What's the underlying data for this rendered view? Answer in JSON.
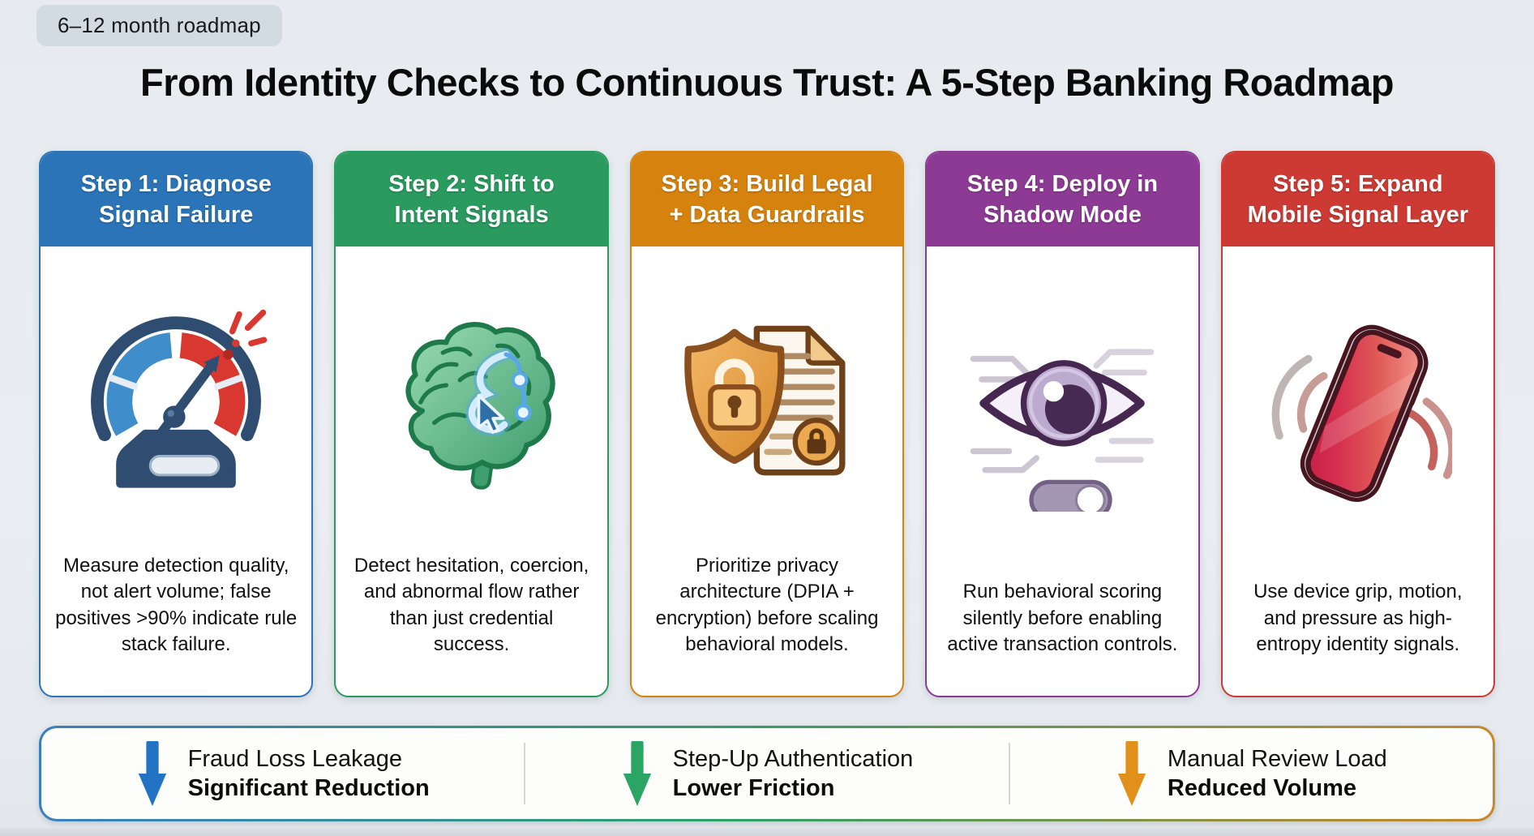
{
  "page": {
    "background_color": "#e9edf1",
    "badge": "6–12 month roadmap",
    "title": "From Identity Checks to Continuous Trust: A 5-Step Banking Roadmap"
  },
  "steps": [
    {
      "header_line1": "Step 1: Diagnose",
      "header_line2": "Signal Failure",
      "description": "Measure detection quality, not alert volume; false positives >90% indicate rule stack failure.",
      "color": "#2b74b8",
      "icon": "gauge-alert-icon"
    },
    {
      "header_line1": "Step 2: Shift to",
      "header_line2": "Intent Signals",
      "description": "Detect hesitation, coercion, and abnormal flow rather than just credential success.",
      "color": "#2a9a5f",
      "icon": "brain-cursor-icon"
    },
    {
      "header_line1": "Step 3: Build Legal",
      "header_line2": "+ Data Guardrails",
      "description": "Prioritize privacy architecture (DPIA + encryption) before scaling behavioral models.",
      "color": "#d6820f",
      "icon": "shield-lock-document-icon"
    },
    {
      "header_line1": "Step 4: Deploy in",
      "header_line2": "Shadow Mode",
      "description": "Run behavioral scoring silently before enabling active transaction controls.",
      "color": "#8c3a94",
      "icon": "eye-toggle-icon"
    },
    {
      "header_line1": "Step 5: Expand",
      "header_line2": "Mobile Signal Layer",
      "description": "Use device grip, motion, and pressure as high-entropy identity signals.",
      "color": "#cc3a33",
      "icon": "phone-vibration-icon"
    }
  ],
  "outcomes": [
    {
      "label": "Fraud Loss Leakage",
      "value": "Significant Reduction",
      "arrow_color": "#2273c4",
      "icon": "arrow-down-icon"
    },
    {
      "label": "Step-Up Authentication",
      "value": "Lower Friction",
      "arrow_color": "#2aa563",
      "icon": "arrow-down-icon"
    },
    {
      "label": "Manual Review Load",
      "value": "Reduced Volume",
      "arrow_color": "#e2901c",
      "icon": "arrow-down-icon"
    }
  ]
}
